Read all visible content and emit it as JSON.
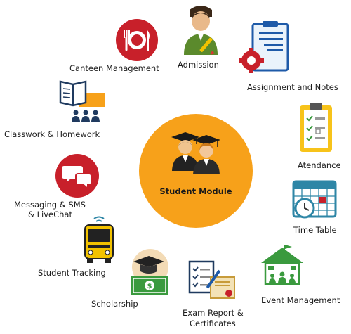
{
  "center": {
    "title": "Student Module"
  },
  "modules": {
    "canteen": "Canteen Management",
    "admission": "Admission",
    "assignment": "Assignment and Notes",
    "classwork": "Classwork & Homework",
    "attendance": "Atendance",
    "messaging_l1": "Messaging & SMS",
    "messaging_l2": "& LiveChat",
    "timetable": "Time Table",
    "tracking": "Student Tracking",
    "scholarship": "Scholarship",
    "exam_l1": "Exam Report &",
    "exam_l2": "Certificates",
    "event": "Event  Management"
  },
  "colors": {
    "orange": "#f7a11a",
    "red": "#c8202a",
    "blue": "#1e5aa8",
    "green": "#3a9a3e",
    "yellow": "#f2c200",
    "teal": "#2e86a6"
  },
  "icons": [
    "plate-cutlery-icon",
    "graduate-pen-icon",
    "clipboard-gear-icon",
    "book-presenter-icon",
    "checklist-clipboard-icon",
    "chat-bubbles-icon",
    "calendar-clock-icon",
    "school-bus-icon",
    "graduation-cap-money-icon",
    "certificate-pen-icon",
    "building-crowd-icon",
    "graduates-icon"
  ]
}
